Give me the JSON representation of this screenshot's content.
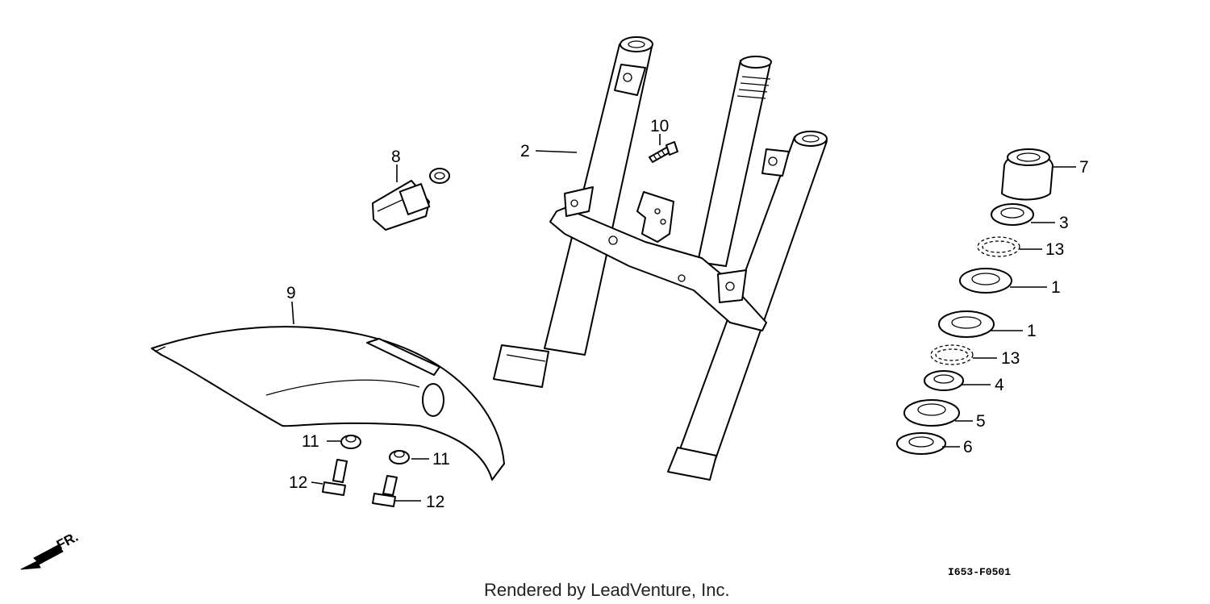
{
  "diagram": {
    "callouts": [
      {
        "id": "c1a",
        "text": "1"
      },
      {
        "id": "c1b",
        "text": "1"
      },
      {
        "id": "c2",
        "text": "2"
      },
      {
        "id": "c3",
        "text": "3"
      },
      {
        "id": "c4",
        "text": "4"
      },
      {
        "id": "c5",
        "text": "5"
      },
      {
        "id": "c6",
        "text": "6"
      },
      {
        "id": "c7",
        "text": "7"
      },
      {
        "id": "c8",
        "text": "8"
      },
      {
        "id": "c9",
        "text": "9"
      },
      {
        "id": "c10",
        "text": "10"
      },
      {
        "id": "c11a",
        "text": "11"
      },
      {
        "id": "c11b",
        "text": "11"
      },
      {
        "id": "c12a",
        "text": "12"
      },
      {
        "id": "c12b",
        "text": "12"
      },
      {
        "id": "c13a",
        "text": "13"
      },
      {
        "id": "c13b",
        "text": "13"
      }
    ],
    "direction_label": "FR.",
    "diagram_code": "I653-F0501",
    "credit": "Rendered by LeadVenture, Inc."
  },
  "colors": {
    "line": "#000000",
    "background": "#ffffff"
  }
}
